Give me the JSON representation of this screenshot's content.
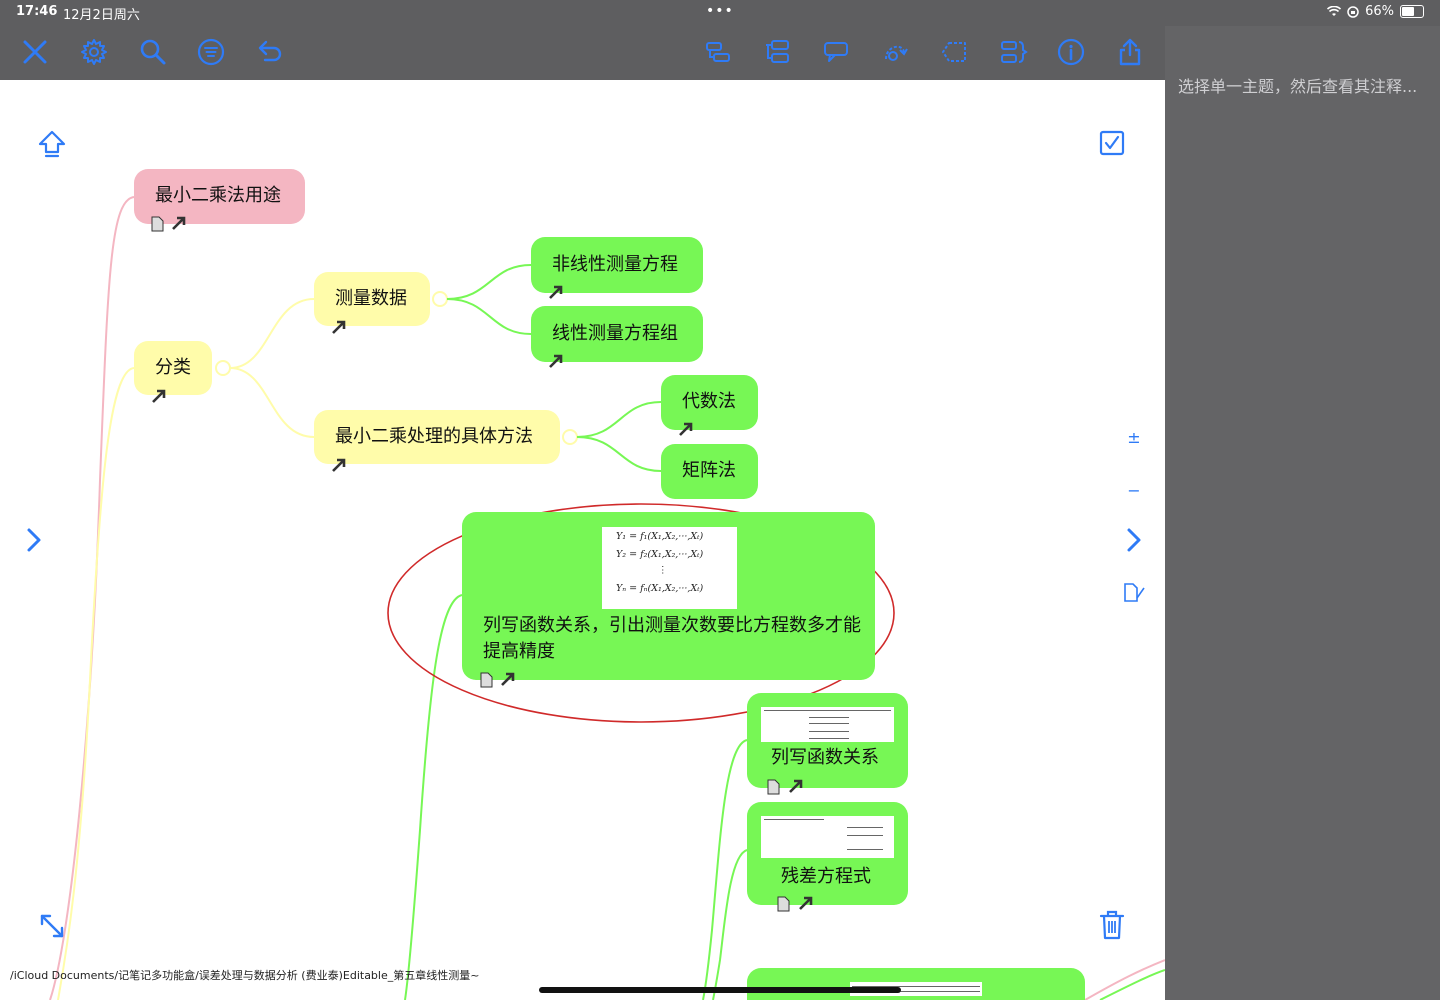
{
  "status_bar": {
    "time": "17:46",
    "date": "12月2日周六",
    "battery": "66%",
    "battery_level": 0.66,
    "dots": "•••"
  },
  "toolbar": {
    "left": [
      "close-icon",
      "gear-icon",
      "search-icon",
      "list-filter-icon",
      "undo-icon"
    ],
    "right": [
      "add-sibling-icon",
      "add-child-icon",
      "callout-icon",
      "relation-icon",
      "boundary-icon",
      "summary-icon",
      "info-icon",
      "share-icon"
    ],
    "accent_color": "#2f7bf6"
  },
  "side_controls": {
    "expand_label": "±",
    "collapse_label": "−"
  },
  "right_panel": {
    "hint": "选择单一主题，然后查看其注释..."
  },
  "nodes": {
    "usage": "最小二乘法用途",
    "classification": "分类",
    "measurement_data": "测量数据",
    "nonlinear_eq": "非线性测量方程",
    "linear_eq_group": "线性测量方程组",
    "specific_method": "最小二乘处理的具体方法",
    "algebra_method": "代数法",
    "matrix_method": "矩阵法",
    "big_note": "列写函数关系，引出测量次数要比方程数多才能提高精度",
    "write_function": "列写函数关系",
    "residual_eq": "残差方程式"
  },
  "formula": {
    "rows": [
      "Y₁ = f₁(X₁,X₂,···,Xₜ)",
      "Y₂ = f₂(X₁,X₂,···,Xₜ)",
      "⋮",
      "Yₙ = fₙ(X₁,X₂,···,Xₜ)"
    ]
  },
  "colors": {
    "pink_node": "#f4b6c2",
    "yellow_node": "#fffcaa",
    "green_node": "#77f755",
    "highlight_ellipse": "#d02a2a"
  },
  "footer": {
    "path": "/iCloud Documents/记笔记多功能盒/误差处理与数据分析 (费业泰)Editable_第五章线性测量~"
  }
}
